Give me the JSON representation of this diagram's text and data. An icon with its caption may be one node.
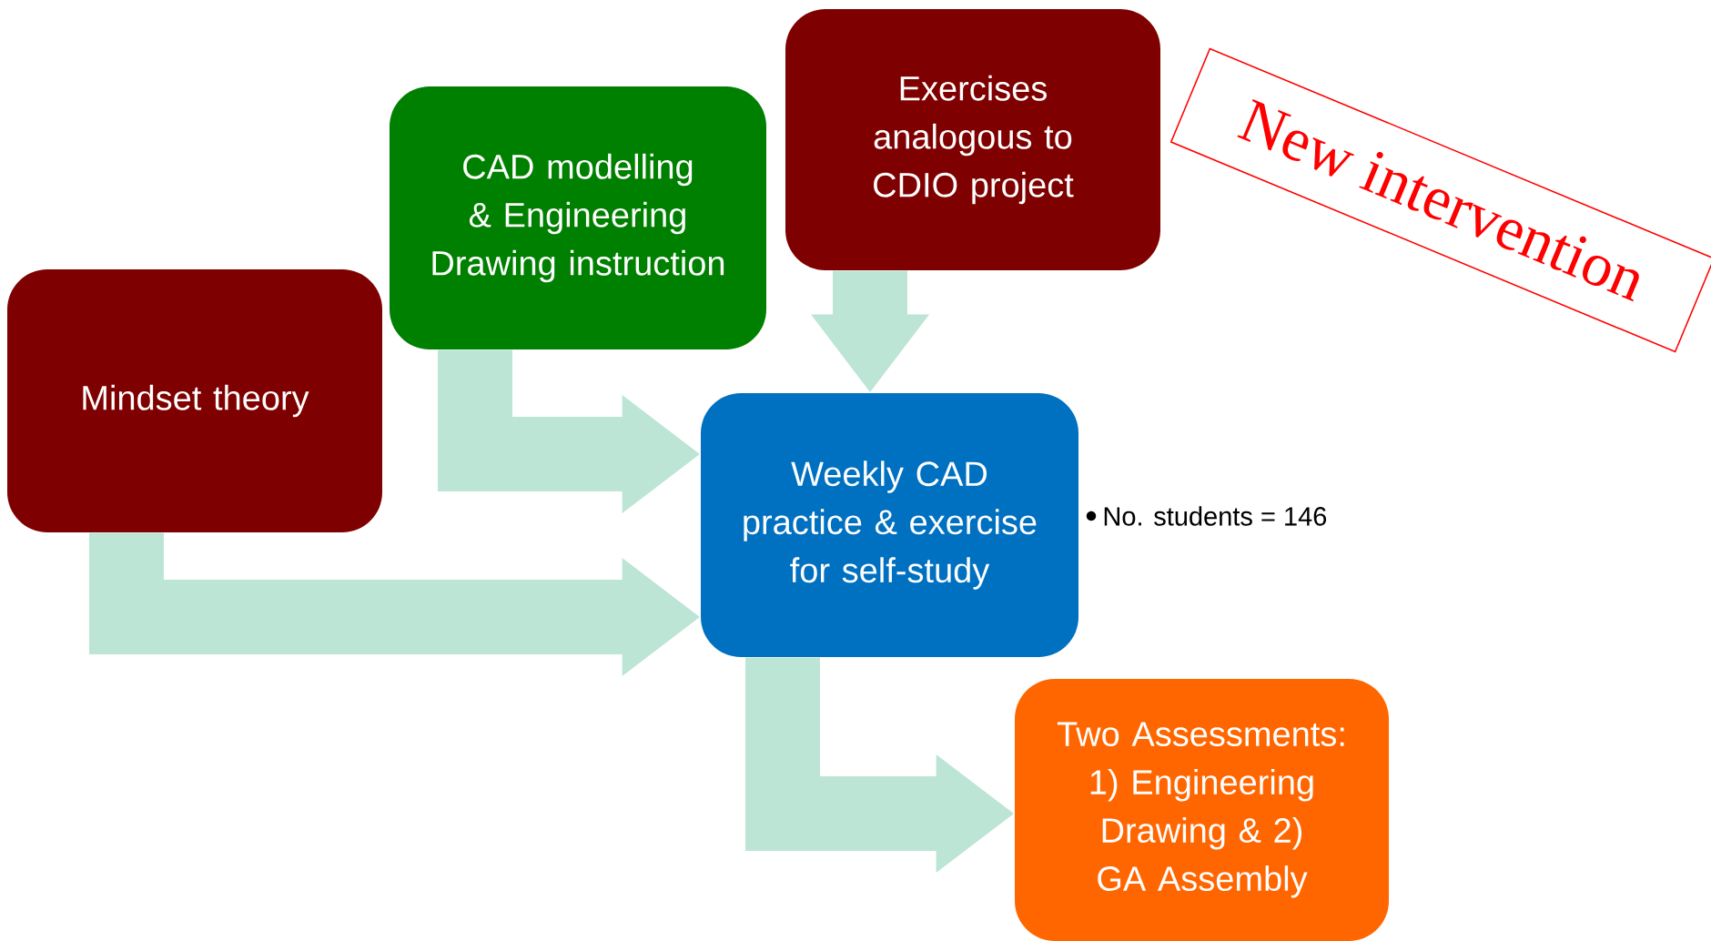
{
  "diagram": {
    "nodes": [
      {
        "text": [
          "Mindset theory"
        ]
      },
      {
        "text": [
          "CAD modelling & Engineering Drawing instruction"
        ]
      },
      {
        "text": [
          "Exercises analogous to CDIO project"
        ]
      },
      {
        "text": [
          "Weekly CAD practice & exercise for self-study"
        ],
        "beside": [
          "No. students = 146"
        ]
      },
      {
        "text": [
          "Two Assessments: 1) Engineering Drawing & 2) GA Assembly"
        ]
      },
      {
        "text": [
          "New intervention"
        ]
      }
    ],
    "edges": [
      {
        "from": 0,
        "to": 3,
        "arrow": "to"
      },
      {
        "from": 1,
        "to": 3,
        "arrow": "to"
      },
      {
        "from": 2,
        "to": 3,
        "arrow": "to"
      },
      {
        "from": 3,
        "to": 4,
        "arrow": "to"
      }
    ]
  }
}
